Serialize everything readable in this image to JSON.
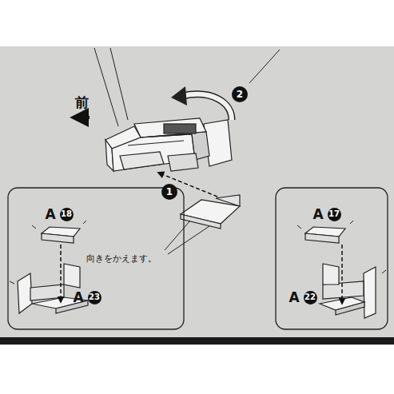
{
  "diagram": {
    "labels": [
      "前",
      "2",
      "1",
      "向きをかえます。",
      "A",
      "18",
      "A",
      "23",
      "A",
      "17",
      "A",
      "22"
    ]
  }
}
